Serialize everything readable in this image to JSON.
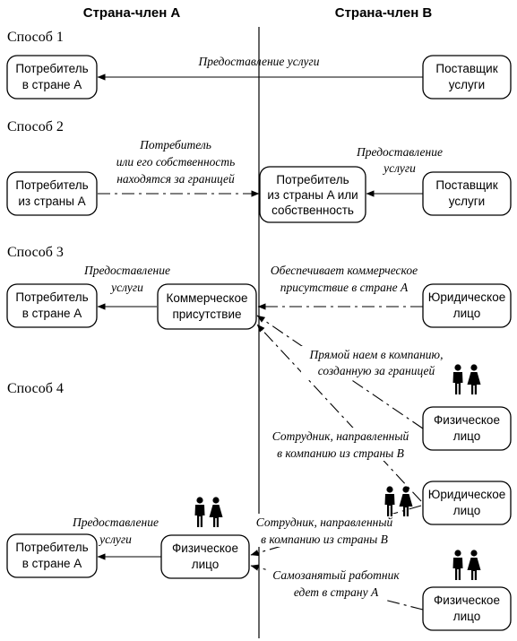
{
  "headers": {
    "country_a": "Страна-член A",
    "country_b": "Страна-член B"
  },
  "methods": {
    "m1": "Способ 1",
    "m2": "Способ 2",
    "m3": "Способ 3",
    "m4": "Способ 4"
  },
  "boxes": {
    "m1_consumer": [
      "Потребитель",
      "в стране A"
    ],
    "m1_supplier": [
      "Поставщик",
      "услуги"
    ],
    "m2_consumer": [
      "Потребитель",
      "из страны A"
    ],
    "m2_consumer_abroad": [
      "Потребитель",
      "из страны A или",
      "собственность"
    ],
    "m2_supplier": [
      "Поставщик",
      "услуги"
    ],
    "m3_consumer": [
      "Потребитель",
      "в стране A"
    ],
    "m3_commercial": [
      "Коммерческое",
      "присутствие"
    ],
    "m3_legal": [
      "Юридическое",
      "лицо"
    ],
    "m4_natural_b1": [
      "Физическое",
      "лицо"
    ],
    "m4_legal_b": [
      "Юридическое",
      "лицо"
    ],
    "m4_consumer": [
      "Потребитель",
      "в стране A"
    ],
    "m4_natural_a": [
      "Физическое",
      "лицо"
    ],
    "m4_natural_b2": [
      "Физическое",
      "лицо"
    ]
  },
  "labels": {
    "m1_supply": [
      "Предоставление услуги"
    ],
    "m2_consumer_abroad": [
      "Потребитель",
      "или его собственность",
      "находятся за границей"
    ],
    "m2_supply": [
      "Предоставление",
      "услуги"
    ],
    "m3_supply": [
      "Предоставление",
      "услуги"
    ],
    "m3_presence": [
      "Обеспечивает коммерческое",
      "присутствие в стране A"
    ],
    "m4_direct_hire": [
      "Прямой наем в компанию,",
      "созданную за границей"
    ],
    "m4_sent_1": [
      "Сотрудник, направленный",
      "в компанию из страны B"
    ],
    "m4_supply": [
      "Предоставление",
      "услуги"
    ],
    "m4_sent_2": [
      "Сотрудник, направленный",
      "в компанию из страны B"
    ],
    "m4_self_employed": [
      "Самозанятый работник",
      "едет в страну A"
    ]
  },
  "icons": {
    "people": "man-and-woman-icon"
  }
}
